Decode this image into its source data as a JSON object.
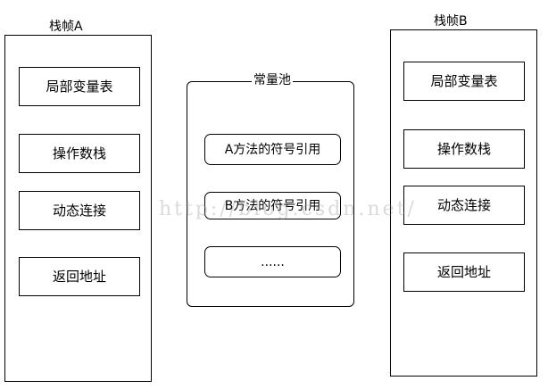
{
  "frame_a": {
    "title": "栈帧A",
    "items": [
      "局部变量表",
      "操作数栈",
      "动态连接",
      "返回地址"
    ]
  },
  "constant_pool": {
    "title": "常量池",
    "entries": [
      "A方法的符号引用",
      "B方法的符号引用",
      "......"
    ]
  },
  "frame_b": {
    "title": "栈帧B",
    "items": [
      "局部变量表",
      "操作数栈",
      "动态连接",
      "返回地址"
    ]
  },
  "watermark": "http://blog.csdn.net/"
}
